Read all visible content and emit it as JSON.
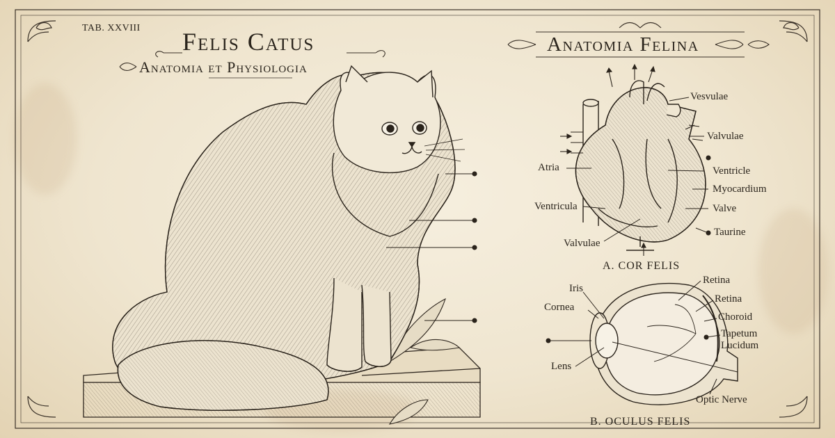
{
  "plate": {
    "tab_number": "TAB. XXVIII",
    "title": "Felis Catus",
    "subtitle": "Anatomia et Physiologia",
    "right_title": "Anatomia Felina"
  },
  "heart": {
    "caption": "A. COR FELIS",
    "labels": [
      "Vesvulae",
      "Valvulae",
      "Atria",
      "Ventricle",
      "Myocardium",
      "Ventricula",
      "Valve",
      "Taurine",
      "Valvulae"
    ]
  },
  "eye": {
    "caption": "B. OCULUS FELIS",
    "labels": [
      "Iris",
      "Cornea",
      "Lens",
      "Retina",
      "Retina",
      "Choroid",
      "Tapetum",
      "Lucidum",
      "Optic Nerve"
    ]
  },
  "colors": {
    "ink": "#2a241c",
    "paper": "#efe6d2",
    "stain": "#b88f5a"
  },
  "icons": [
    "flourish-ornament",
    "corner-ornament",
    "leader-dot"
  ]
}
